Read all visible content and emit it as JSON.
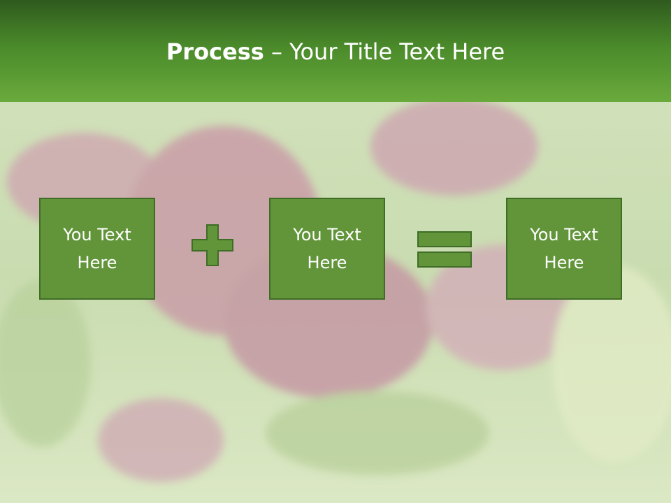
{
  "title": {
    "bold": "Process",
    "rest": " – Your Title Text Here"
  },
  "boxes": [
    "You Text\nHere",
    "You Text\nHere",
    "You Text\nHere"
  ],
  "operators": [
    "plus-icon",
    "equals-icon"
  ],
  "colors": {
    "header_dark": "#2f5a1e",
    "header_light": "#6aaa3c",
    "box_fill": "#62953a",
    "box_border": "#3f6d26",
    "text": "#ffffff"
  }
}
